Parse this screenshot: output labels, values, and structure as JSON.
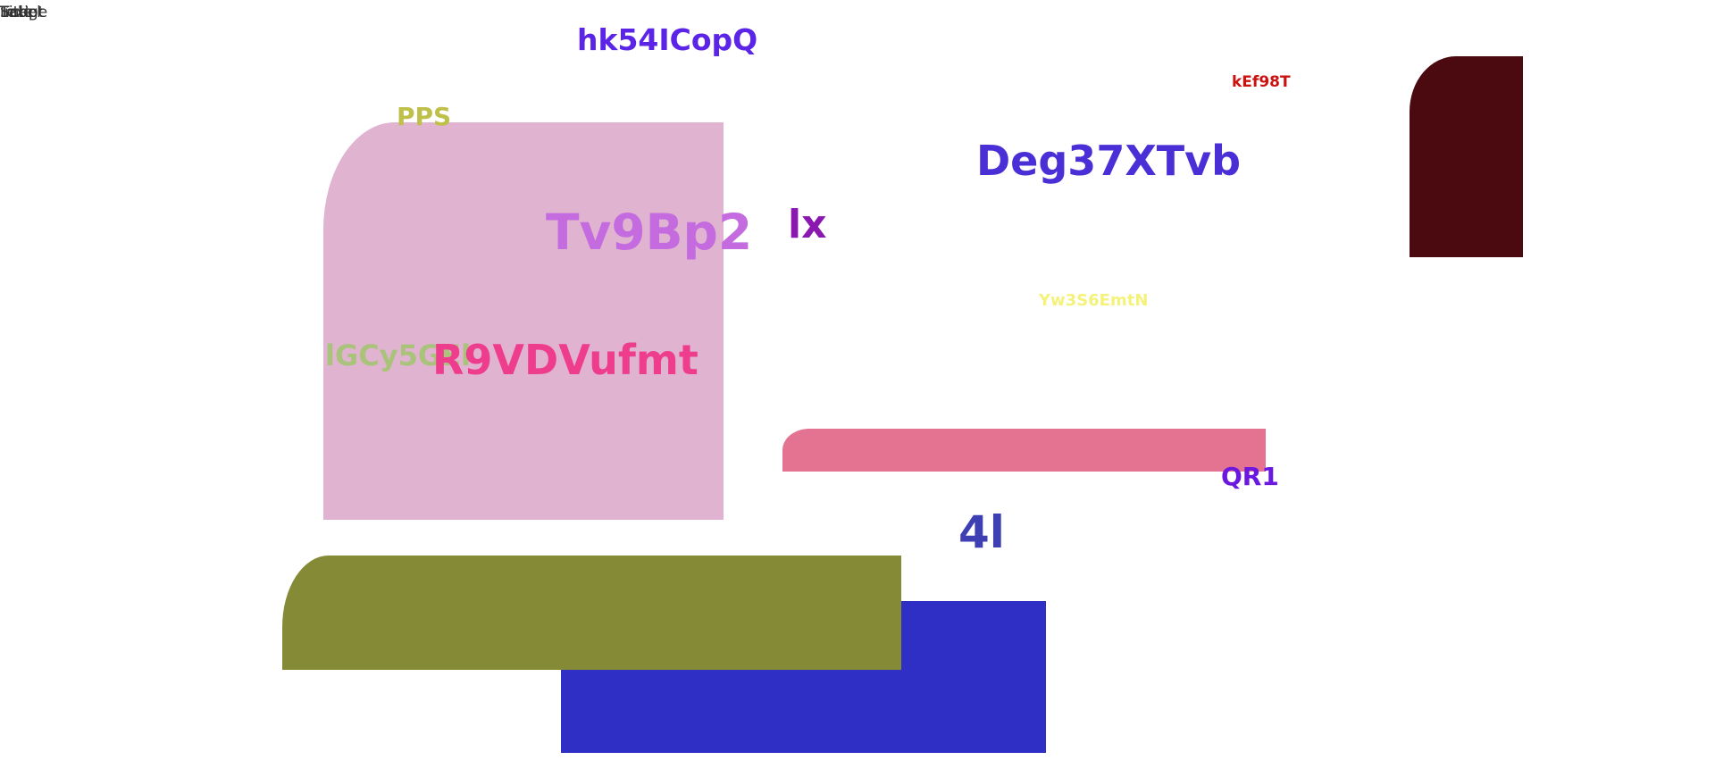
{
  "corner_labels": [
    "Script",
    "Image",
    "Text",
    "Label",
    "Title"
  ],
  "words": {
    "hk54ICopQ": "hk54ICopQ",
    "kEf98T": "kEf98T",
    "PPS": "PPS",
    "Deg37XTvb": "Deg37XTvb",
    "Tv9Bp2": "Tv9Bp2",
    "lx": "lx",
    "Yw3S6EmtN": "Yw3S6EmtN",
    "lGCy5GEl": "lGCy5GEl",
    "R9VDVufmt": "R9VDVufmt",
    "QR1": "QR1",
    "4l": "4l"
  },
  "colors": {
    "pink_panel": "#e0b3d1",
    "dark_red_panel": "#4a0a10",
    "rose_bar": "#e37391",
    "olive_panel": "#848a35",
    "blue_panel": "#2f2fc6",
    "violet_text": "#5b24e6",
    "indigo_text": "#4a2fd6",
    "red_text": "#cc1111",
    "lime_text": "#bfc04a",
    "lavender_text": "#c46be0",
    "purple_text": "#8a17b0",
    "yellow_text": "#f4f27a",
    "sage_text": "#a9c47a",
    "magenta_text": "#ee3d8c",
    "blue_text": "#3f3fb4"
  }
}
